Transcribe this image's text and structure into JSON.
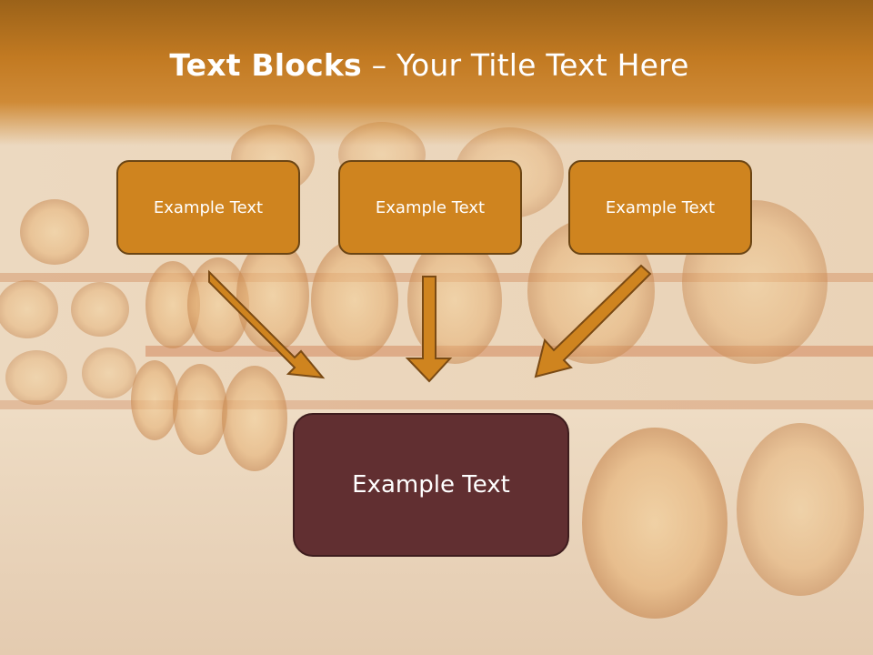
{
  "slide": {
    "title_bold": "Text Blocks",
    "title_separator": " – ",
    "title_rest": "Your Title Text Here",
    "boxes": {
      "left": "Example Text",
      "middle": "Example Text",
      "right": "Example Text",
      "bottom": "Example Text"
    }
  },
  "colors": {
    "header": "#c27a22",
    "box_fill": "#cf841f",
    "box_border": "#6b4514",
    "bottom_box_fill": "#612f31",
    "arrow_fill": "#cf841f"
  }
}
